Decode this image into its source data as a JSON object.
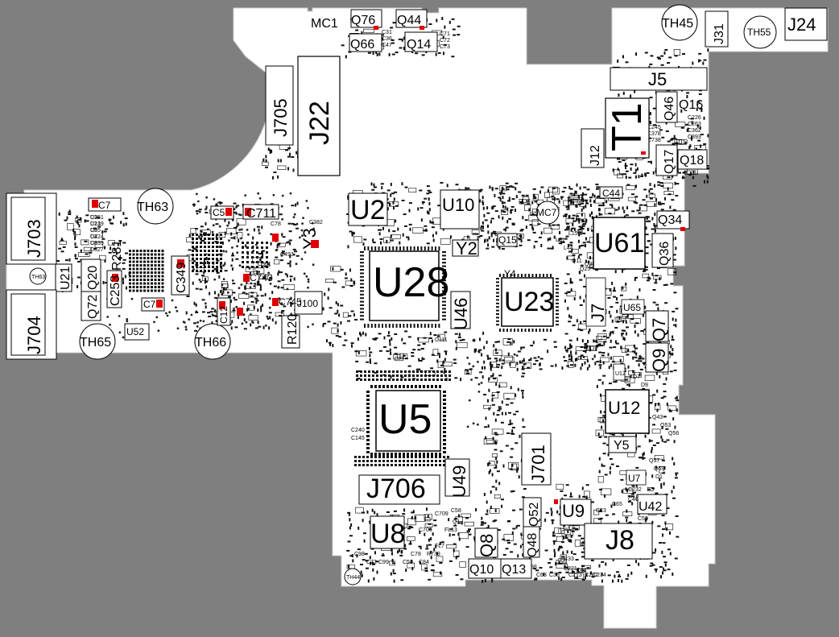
{
  "colors": {
    "background": "#7f7f7f",
    "board": "#ffffff",
    "component_fill": "#ffffff",
    "component_stroke": "#000000",
    "pad_fill": "#111111",
    "marker_fill": "#e00000"
  },
  "components": [
    {
      "name": "component-u28",
      "label": "U28"
    },
    {
      "name": "component-u5",
      "label": "U5"
    },
    {
      "name": "component-u23",
      "label": "U23"
    },
    {
      "name": "component-u61",
      "label": "U61"
    },
    {
      "name": "component-u12",
      "label": "U12"
    },
    {
      "name": "component-u2",
      "label": "U2"
    },
    {
      "name": "component-u8",
      "label": "U8"
    },
    {
      "name": "component-u9",
      "label": "U9"
    },
    {
      "name": "component-u10",
      "label": "U10"
    },
    {
      "name": "component-u42",
      "label": "U42"
    },
    {
      "name": "component-u46",
      "label": "U46"
    },
    {
      "name": "component-u49",
      "label": "U49"
    },
    {
      "name": "component-u52",
      "label": "U52"
    },
    {
      "name": "component-u21",
      "label": "U21"
    },
    {
      "name": "component-u65",
      "label": "U65"
    },
    {
      "name": "component-u7",
      "label": "U7"
    },
    {
      "name": "component-u12-small",
      "label": "U12"
    },
    {
      "name": "connector-j22",
      "label": "J22"
    },
    {
      "name": "connector-j705",
      "label": "J705"
    },
    {
      "name": "connector-j703",
      "label": "J703"
    },
    {
      "name": "connector-j704",
      "label": "J704"
    },
    {
      "name": "connector-j706",
      "label": "J706"
    },
    {
      "name": "connector-j701",
      "label": "J701"
    },
    {
      "name": "connector-j5",
      "label": "J5"
    },
    {
      "name": "connector-j8",
      "label": "J8"
    },
    {
      "name": "connector-j7",
      "label": "J7"
    },
    {
      "name": "connector-j12",
      "label": "J12"
    },
    {
      "name": "connector-j24",
      "label": "J24"
    },
    {
      "name": "connector-j31",
      "label": "J31"
    },
    {
      "name": "connector-j100",
      "label": "J100"
    },
    {
      "name": "transformer-t1",
      "label": "T1"
    },
    {
      "name": "crystal-y2",
      "label": "Y2"
    },
    {
      "name": "crystal-y5",
      "label": "Y5"
    },
    {
      "name": "crystal-y3",
      "label": "Y3"
    },
    {
      "name": "crystal-y4",
      "label": "Y4"
    },
    {
      "name": "transistor-q76",
      "label": "Q76"
    },
    {
      "name": "transistor-q44",
      "label": "Q44"
    },
    {
      "name": "transistor-q66",
      "label": "Q66"
    },
    {
      "name": "transistor-q14",
      "label": "Q14"
    },
    {
      "name": "transistor-q16",
      "label": "Q16"
    },
    {
      "name": "transistor-q46",
      "label": "Q46"
    },
    {
      "name": "transistor-q17",
      "label": "Q17"
    },
    {
      "name": "transistor-q18",
      "label": "Q18"
    },
    {
      "name": "transistor-q34",
      "label": "Q34"
    },
    {
      "name": "transistor-q36",
      "label": "Q36"
    },
    {
      "name": "transistor-q7",
      "label": "Q7"
    },
    {
      "name": "transistor-q9",
      "label": "Q9"
    },
    {
      "name": "transistor-q8",
      "label": "Q8"
    },
    {
      "name": "transistor-q10",
      "label": "Q10"
    },
    {
      "name": "transistor-q13",
      "label": "Q13"
    },
    {
      "name": "transistor-q48",
      "label": "Q48"
    },
    {
      "name": "transistor-q52",
      "label": "Q52"
    },
    {
      "name": "transistor-q15",
      "label": "Q15"
    },
    {
      "name": "transistor-q20",
      "label": "Q20"
    },
    {
      "name": "transistor-q72",
      "label": "Q72"
    },
    {
      "name": "mic-mc1",
      "label": "MC1"
    },
    {
      "name": "mic-mc7",
      "label": "MC7"
    },
    {
      "name": "thermistor-th45",
      "label": "TH45"
    },
    {
      "name": "thermistor-th55",
      "label": "TH55"
    },
    {
      "name": "thermistor-th63",
      "label": "TH63"
    },
    {
      "name": "thermistor-th65",
      "label": "TH65"
    },
    {
      "name": "thermistor-th66",
      "label": "TH66"
    },
    {
      "name": "thermistor-th44",
      "label": "TH44"
    },
    {
      "name": "thermistor-th63-small",
      "label": "TH63"
    },
    {
      "name": "capacitor-c7",
      "label": "C7"
    },
    {
      "name": "capacitor-c5",
      "label": "C5"
    },
    {
      "name": "capacitor-c711",
      "label": "C711"
    },
    {
      "name": "capacitor-c349",
      "label": "C349"
    },
    {
      "name": "capacitor-c253",
      "label": "C253"
    },
    {
      "name": "resistor-r281",
      "label": "R281"
    },
    {
      "name": "capacitor-c743",
      "label": "C743"
    },
    {
      "name": "capacitor-c745",
      "label": "C745"
    },
    {
      "name": "resistor-r120",
      "label": "R120"
    },
    {
      "name": "capacitor-c7-lower",
      "label": "C7"
    },
    {
      "name": "capacitor-c12",
      "label": "C12"
    },
    {
      "name": "capacitor-c44",
      "label": "C44"
    }
  ],
  "small_labels": [
    "C251",
    "C219",
    "C85",
    "C224",
    "C339",
    "C327",
    "C501",
    "C493",
    "C78",
    "C382",
    "C111",
    "C245",
    "C378",
    "C738",
    "C226",
    "C263",
    "C362",
    "C393",
    "C240",
    "C145",
    "C217",
    "C232",
    "C40",
    "C50",
    "C31",
    "C36",
    "C47",
    "C71",
    "C72",
    "C73",
    "C65",
    "C23",
    "C33",
    "C35",
    "C56",
    "C58",
    "C78",
    "C714",
    "C706",
    "C709",
    "C316",
    "C318",
    "C288",
    "C63",
    "C61",
    "C202",
    "C234",
    "C221",
    "C213",
    "C58",
    "C98",
    "C72",
    "C99",
    "C84",
    "R739",
    "FL7",
    "FL13",
    "Q1",
    "Q11",
    "Q25",
    "Q35",
    "Q42",
    "Q43",
    "Q53",
    "Q56",
    "Q57",
    "Q59",
    "D1",
    "D7",
    "D9",
    "L31",
    "L44",
    "L15",
    "T3",
    "U1",
    "U13",
    "U3",
    "U4",
    "U6"
  ]
}
